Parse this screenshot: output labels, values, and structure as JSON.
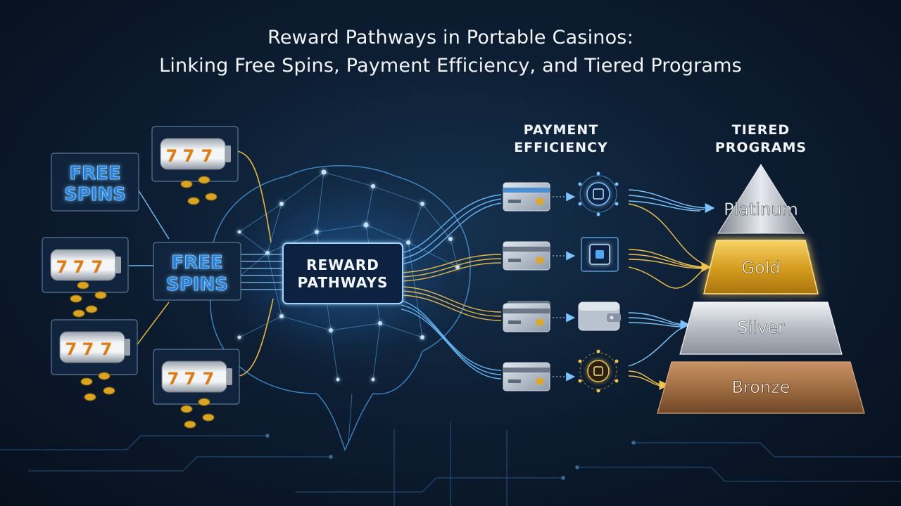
{
  "title": {
    "line1": "Reward Pathways in Portable Casinos:",
    "line2": "Linking Free Spins, Payment Efficiency, and Tiered Programs"
  },
  "free_spins": {
    "line1": "FREE",
    "line2": "SPINS"
  },
  "reel_symbol": "7",
  "hub": {
    "line1": "REWARD",
    "line2": "PATHWAYS"
  },
  "payment": {
    "line1": "PAYMENT",
    "line2": "EFFICIENCY"
  },
  "tiers": {
    "heading_line1": "TIERED",
    "heading_line2": "PROGRAMS",
    "levels": [
      "Platinum",
      "Gold",
      "Silver",
      "Bronze"
    ]
  },
  "colors": {
    "accent_blue": "#3fa9ff",
    "accent_gold": "#e8b93a",
    "platinum": "#c9ced6",
    "gold": "#d9a520",
    "silver": "#b9bec6",
    "bronze": "#a7754a"
  },
  "icons": [
    "slot-machine-icon",
    "gold-coin-icon",
    "credit-card-icon",
    "processor-chip-icon",
    "wallet-icon",
    "arrow-right-icon"
  ]
}
